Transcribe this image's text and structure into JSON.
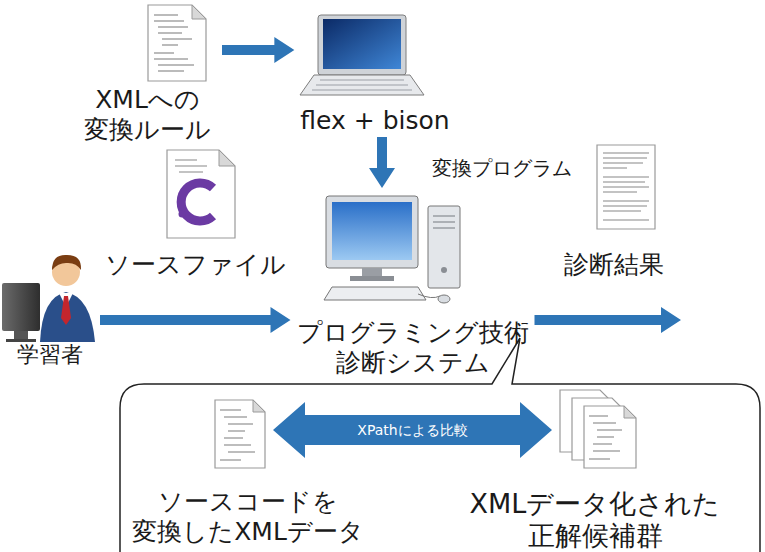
{
  "diagram": {
    "nodes": [
      {
        "text": [
          "XMLへの 変換ルール"
        ]
      },
      {
        "text": [
          "flex + bison"
        ]
      },
      {
        "text": [
          "ソースファイル"
        ]
      },
      {
        "text": [
          "学習者"
        ]
      },
      {
        "text": [
          "プログラミング技術 診断システム"
        ]
      },
      {
        "text": [
          "診断結果"
        ]
      },
      {
        "text": [
          "ソースコードを 変換したXMLデータ"
        ]
      },
      {
        "text": [
          "XMLデータ化された 正解候補群"
        ]
      }
    ],
    "edges": [
      {
        "from": 0,
        "to": 1,
        "arrow": "to"
      },
      {
        "from": 1,
        "to": 4,
        "arrow": "to",
        "label": "変換プログラム"
      },
      {
        "from": 3,
        "to": 4,
        "arrow": "to"
      },
      {
        "from": 4,
        "to": 5,
        "arrow": "to"
      },
      {
        "from": 6,
        "to": 7,
        "arrow": "both",
        "label": "XPathによる比較"
      }
    ]
  }
}
